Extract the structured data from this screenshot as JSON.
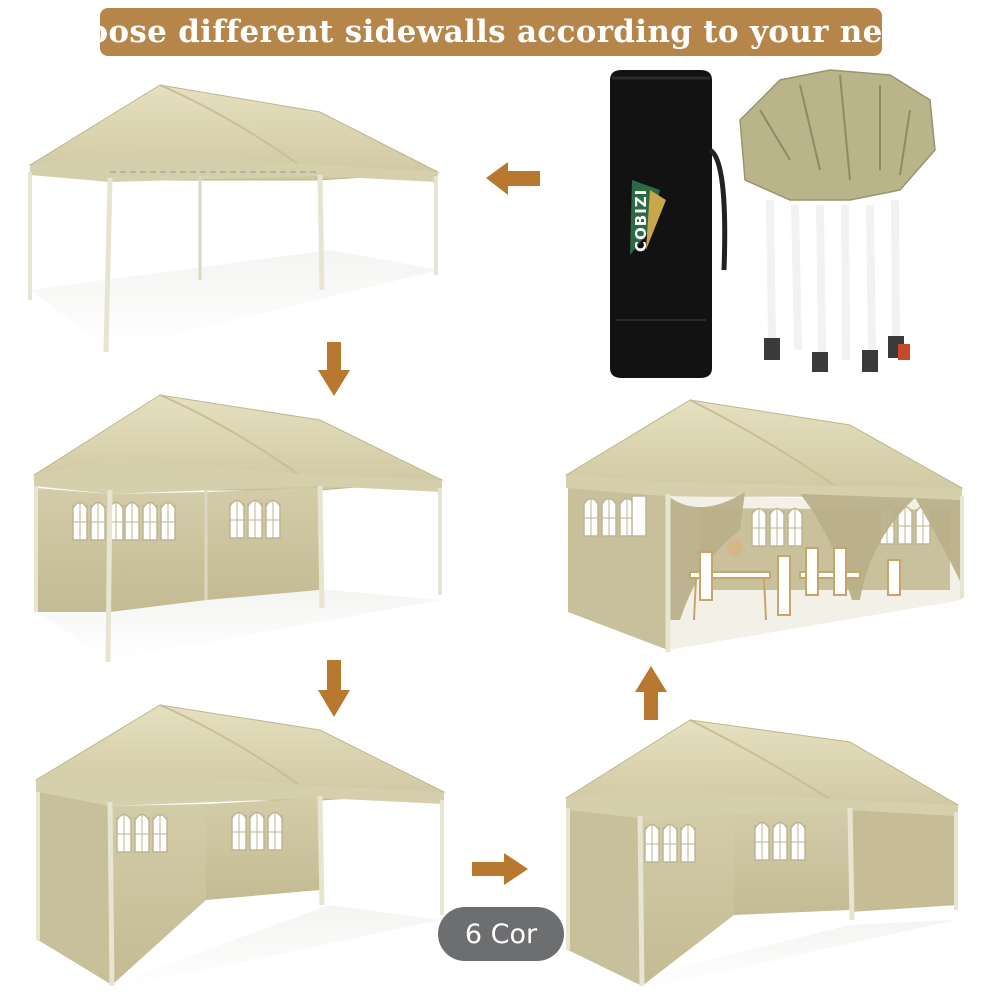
{
  "header": {
    "title": "Choose different sidewalls according to your needs"
  },
  "bag": {
    "brand": "COBIZI"
  },
  "badge": {
    "label": "6 Cor"
  },
  "colors": {
    "banner": "#b6854a",
    "canopy": "#dcd6b4",
    "sidewall": "#cfc8a4",
    "arrow": "#b8782f",
    "badge": "#6d6e70"
  },
  "icons": [
    "arrow-left-icon",
    "arrow-down-icon",
    "arrow-down-icon",
    "arrow-right-icon",
    "arrow-up-icon"
  ]
}
